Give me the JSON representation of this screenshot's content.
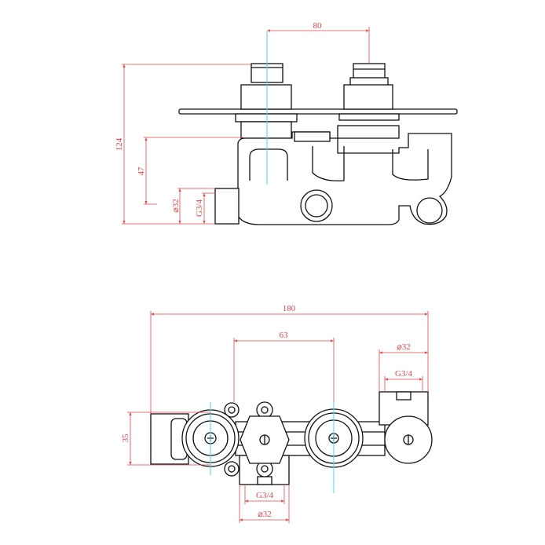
{
  "colors": {
    "outline": "#111111",
    "dimension": "#e8454a",
    "centerline": "#4fd6e6"
  },
  "side_view": {
    "dims": {
      "knob_spacing": "80",
      "total_depth": "124",
      "outlet_height": "47",
      "outlet_diameter": "⌀32",
      "outlet_thread": "G3/4"
    }
  },
  "top_view": {
    "dims": {
      "total_width": "180",
      "spindle_spacing": "63",
      "right_diameter": "⌀32",
      "right_thread": "G3/4",
      "height": "35",
      "bottom_thread": "G3/4",
      "bottom_diameter": "⌀32"
    }
  }
}
